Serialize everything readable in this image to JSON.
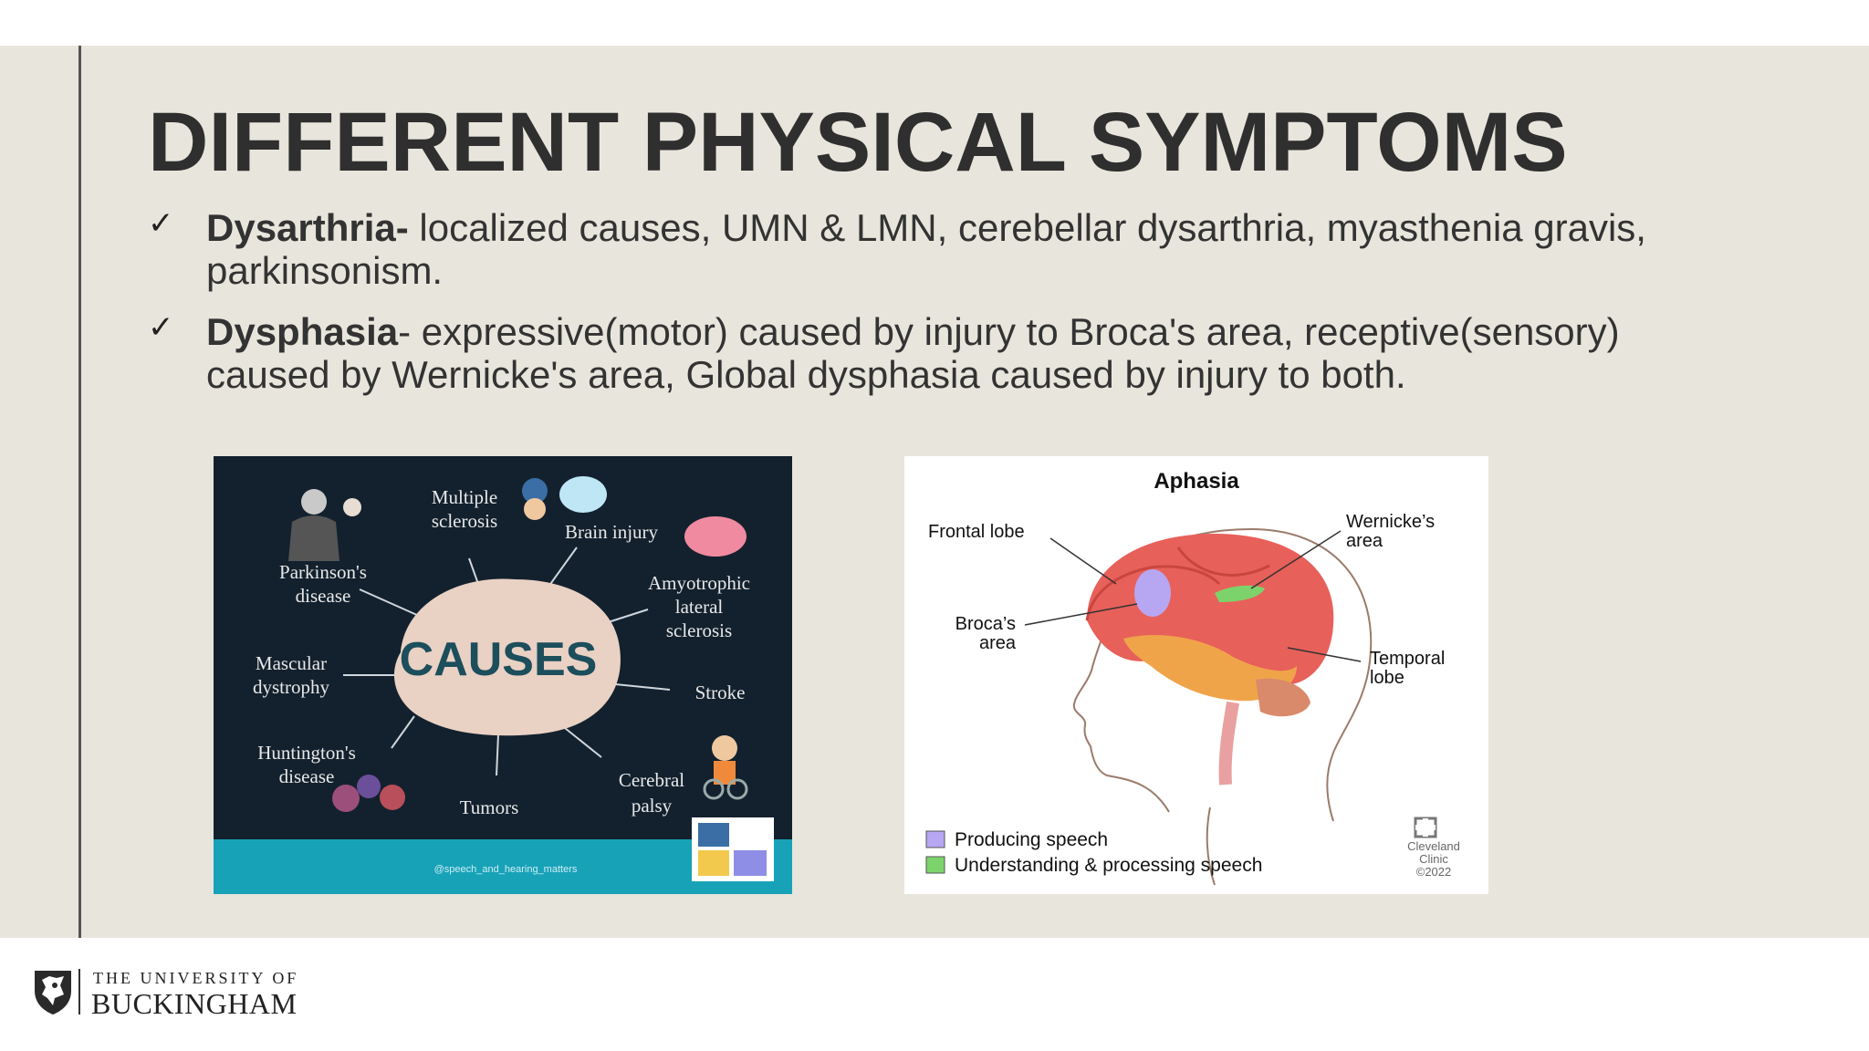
{
  "slide": {
    "title": "DIFFERENT PHYSICAL SYMPTOMS",
    "bullets": [
      {
        "term": "Dysarthria-",
        "text": " localized causes, UMN & LMN, cerebellar dysarthria, myasthenia gravis, parkinsonism."
      },
      {
        "term": "Dysphasia",
        "text": "- expressive(motor) caused by injury to Broca's area, receptive(sensory) caused by Wernicke's area, Global dysphasia caused by injury to both."
      }
    ],
    "check_glyph": "✓"
  },
  "causes_image": {
    "center": "CAUSES",
    "labels": {
      "ms_1": "Multiple",
      "ms_2": "sclerosis",
      "brain": "Brain injury",
      "pd_1": "Parkinson's",
      "pd_2": "disease",
      "als_1": "Amyotrophic",
      "als_2": "lateral",
      "als_3": "sclerosis",
      "md_1": "Mascular",
      "md_2": "dystrophy",
      "stroke": "Stroke",
      "hd_1": "Huntington's",
      "hd_2": "disease",
      "tumors": "Tumors",
      "cp_1": "Cerebral",
      "cp_2": "palsy"
    },
    "credit": "@speech_and_hearing_matters",
    "colors": {
      "background": "#13212e",
      "blob": "#e9d1c4",
      "center_text": "#1c4e5c",
      "footer": "#17a2b8"
    }
  },
  "aphasia_image": {
    "title": "Aphasia",
    "labels": {
      "frontal": "Frontal lobe",
      "wernicke_1": "Wernicke’s",
      "wernicke_2": "area",
      "broca_1": "Broca’s",
      "broca_2": "area",
      "temporal_1": "Temporal",
      "temporal_2": "lobe"
    },
    "legend": [
      {
        "label": "Producing speech",
        "color": "#b7a6f2"
      },
      {
        "label": "Understanding & processing speech",
        "color": "#7dd36b"
      }
    ],
    "credit": {
      "line1": "Cleveland",
      "line2": "Clinic",
      "line3": "©2022"
    }
  },
  "logo": {
    "top": "THE UNIVERSITY OF",
    "main": "BUCKINGHAM"
  },
  "colors": {
    "band": "#e8e5dc",
    "title": "#2f2f2f",
    "text": "#333333",
    "divider": "#555555"
  }
}
